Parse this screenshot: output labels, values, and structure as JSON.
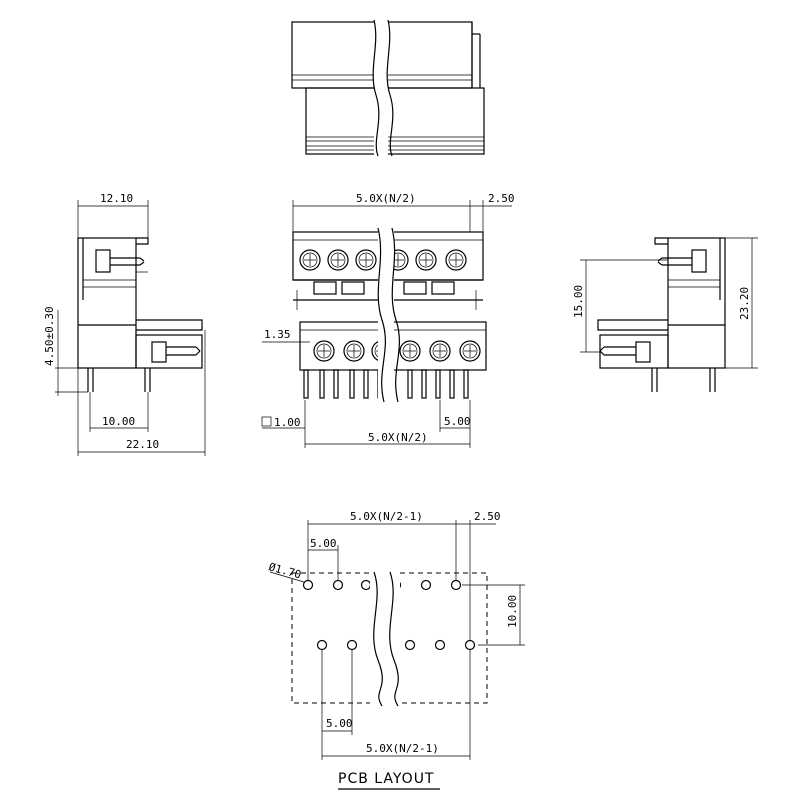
{
  "drawing": {
    "colors": {
      "line": "#000000",
      "background": "#ffffff"
    },
    "front_view": {
      "width_top": "5.0X(N/2)",
      "offset_top": "2.50",
      "offset_left": "1.35",
      "pin_size": "1.00",
      "pitch": "5.00",
      "width_bottom": "5.0X(N/2)"
    },
    "left_view": {
      "depth_top": "12.10",
      "pin_height": "4.50±0.30",
      "row_spacing": "10.00",
      "depth_bottom": "22.10"
    },
    "right_view": {
      "height_inner": "15.00",
      "height_total": "23.20"
    },
    "pcb_layout": {
      "width_top": "5.0X(N/2-1)",
      "offset_top": "2.50",
      "pitch_top": "5.00",
      "hole_diameter": "Ø1.70",
      "row_spacing": "10.00",
      "pitch_bottom": "5.00",
      "width_bottom": "5.0X(N/2-1)",
      "title": "PCB LAYOUT"
    }
  }
}
